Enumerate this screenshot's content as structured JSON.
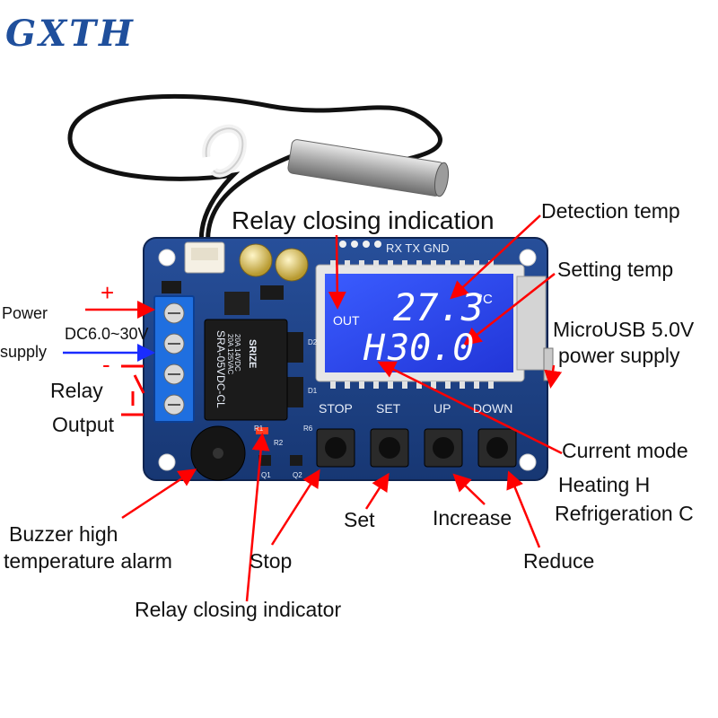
{
  "brand": {
    "logo": "GXTH"
  },
  "board": {
    "header_pins": "RX  TX  GND",
    "relay_model": "SRA-05VDC-CL",
    "relay_brand": "SRIZE",
    "relay_spec": "20A 14VDC\n20A 125VAC",
    "buttons": [
      "STOP",
      "SET",
      "UP",
      "DOWN"
    ],
    "parts": {
      "d1": "D1",
      "d2": "D2",
      "r1": "R1",
      "r2": "R2",
      "r6": "R6",
      "q1": "Q1",
      "q2": "Q2"
    }
  },
  "lcd": {
    "out_label": "OUT",
    "detection_value": "27.3",
    "unit": "°C",
    "mode_letter": "H",
    "setting_value": "30.0"
  },
  "labels": {
    "relay_closing_indication": "Relay closing indication",
    "detection_temp": "Detection temp",
    "setting_temp": "Setting temp",
    "microusb": "MicroUSB 5.0V",
    "power_supply": "power supply",
    "power": "Power",
    "supply": "supply",
    "dc_range": "DC6.0~30V",
    "plus": "+",
    "minus": "-",
    "relay": "Relay",
    "output": "Output",
    "current_mode": "Current mode",
    "heating": "Heating H",
    "refrigeration": "Refrigeration C",
    "buzzer_line1": "Buzzer high",
    "buzzer_line2": "temperature alarm",
    "stop": "Stop",
    "set": "Set",
    "increase": "Increase",
    "reduce": "Reduce",
    "relay_closing_indicator": "Relay closing indicator"
  },
  "colors": {
    "annotation": "#ff0000",
    "supply_arrow": "#1a2cff",
    "pcb": "#1c3f86",
    "lcd": "#2f4bff",
    "logo": "#1f4f9c"
  }
}
